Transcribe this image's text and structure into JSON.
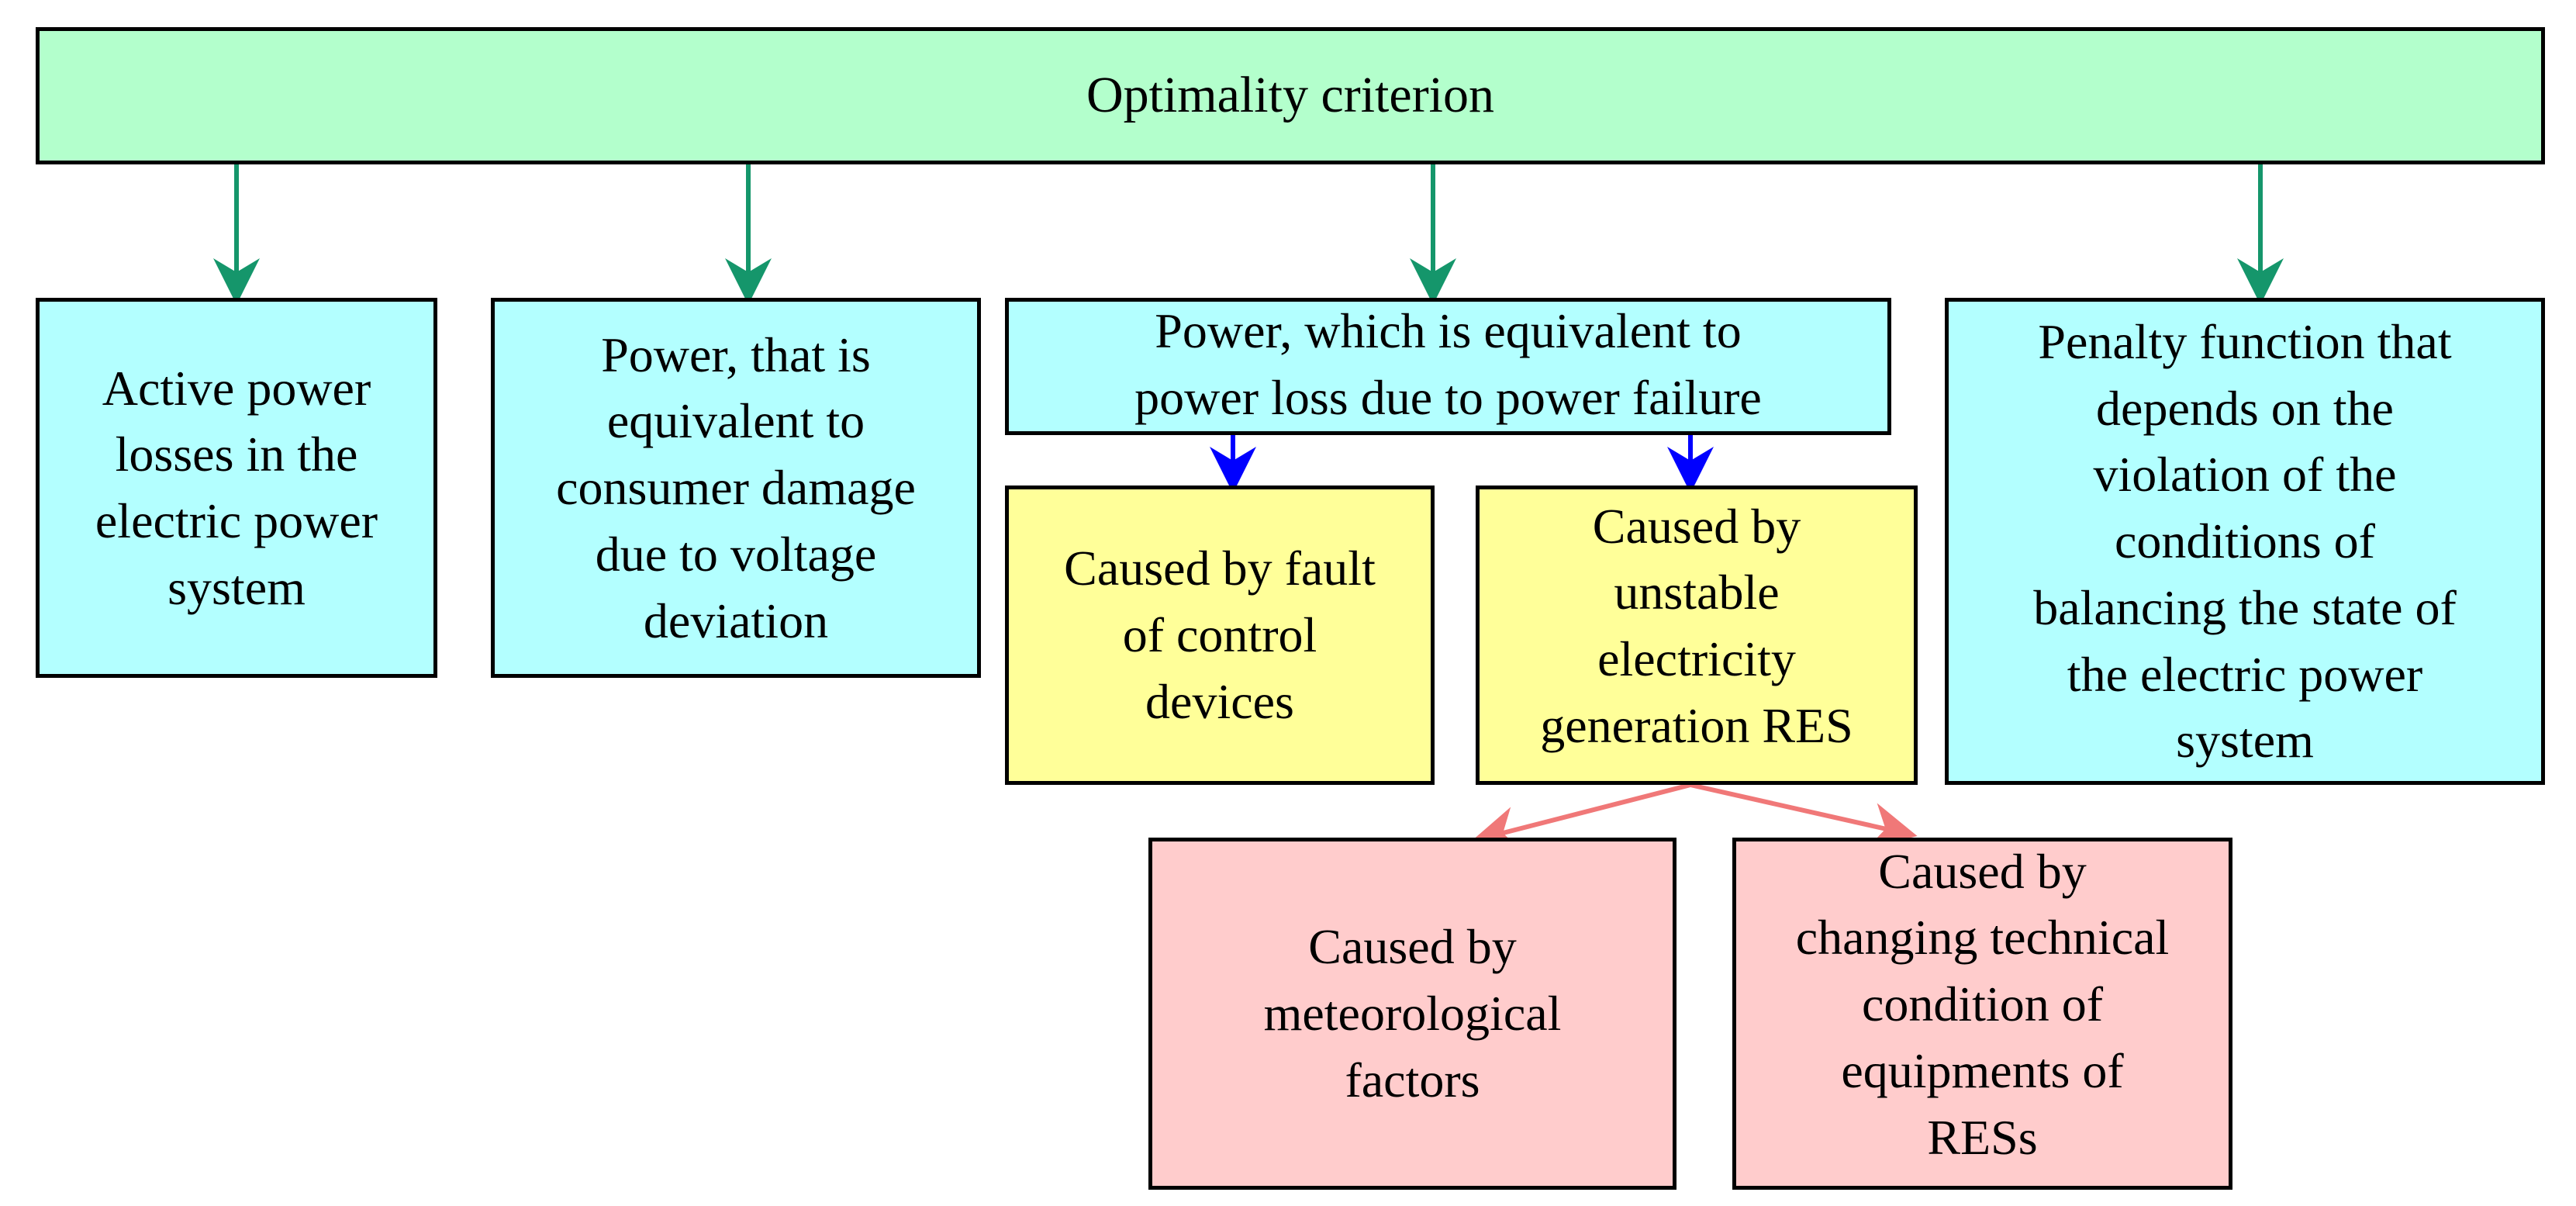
{
  "root": {
    "label": "Optimality criterion"
  },
  "criteria": [
    {
      "label": "Active power\nlosses in the\nelectric power\nsystem"
    },
    {
      "label": "Power, that is\nequivalent to\nconsumer damage\ndue to voltage\ndeviation"
    },
    {
      "label": "Power, which is equivalent to\npower loss due to power failure"
    },
    {
      "label": "Penalty function that\ndepends on the\nviolation of the\nconditions of\nbalancing the state of\nthe electric power\nsystem"
    }
  ],
  "failure_causes": [
    {
      "label": "Caused by fault\nof control\ndevices"
    },
    {
      "label": "Caused by\nunstable\nelectricity\ngeneration RES"
    }
  ],
  "res_causes": [
    {
      "label": "Caused by\nmeteorological\nfactors"
    },
    {
      "label": "Caused by\nchanging technical\ncondition of\nequipments of\nRESs"
    }
  ],
  "colors": {
    "root_fill": "#b3ffcc",
    "criteria_fill": "#b3ffff",
    "failure_fill": "#ffff99",
    "res_fill": "#ffcccc",
    "arrow_green": "#15966b",
    "arrow_blue": "#0000ff",
    "arrow_pink": "#f07878"
  }
}
